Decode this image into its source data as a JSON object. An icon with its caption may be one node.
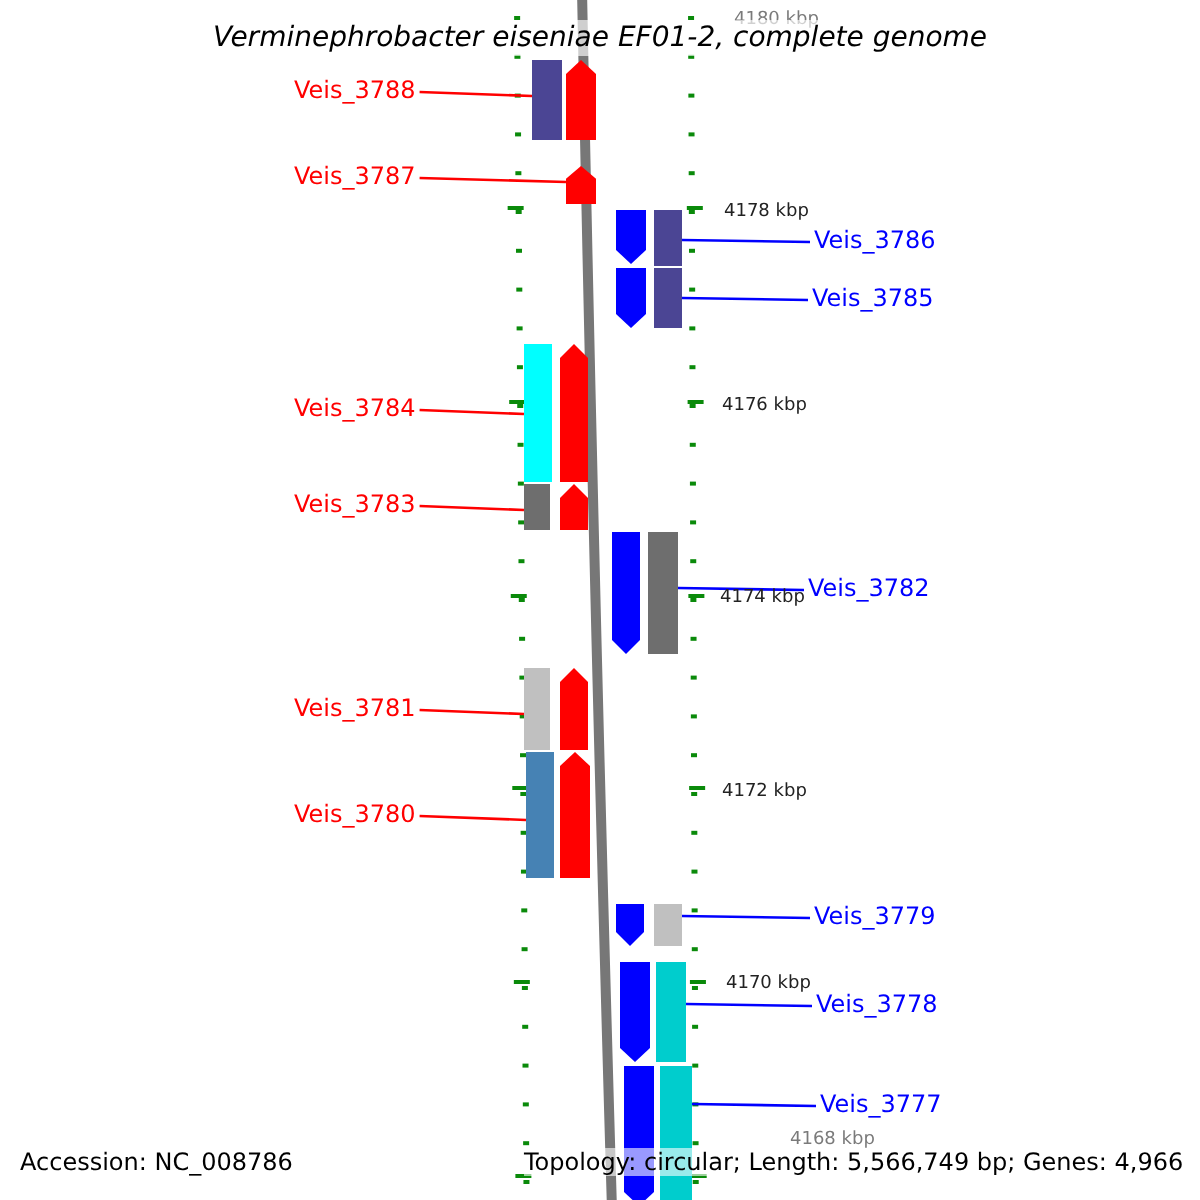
{
  "diagram": {
    "title": "Verminephrobacter eiseniae EF01-2, complete genome",
    "nodes": [
      {
        "text": [
          "Veis_3788"
        ]
      },
      {
        "text": [],
        "shape": "bar"
      },
      {
        "text": [
          "Veis_3787"
        ]
      },
      {
        "text": [],
        "shape": "bar"
      },
      {
        "text": [
          "Veis_3786"
        ]
      },
      {
        "text": [],
        "shape": "bar"
      },
      {
        "text": [
          "Veis_3785"
        ]
      },
      {
        "text": [],
        "shape": "bar"
      },
      {
        "text": [
          "Veis_3784"
        ]
      },
      {
        "text": [],
        "shape": "bar"
      },
      {
        "text": [
          "Veis_3783"
        ]
      },
      {
        "text": [],
        "shape": "bar"
      },
      {
        "text": [
          "Veis_3782"
        ]
      },
      {
        "text": [],
        "shape": "bar"
      },
      {
        "text": [
          "Veis_3781"
        ]
      },
      {
        "text": [],
        "shape": "bar"
      },
      {
        "text": [
          "Veis_3780"
        ]
      },
      {
        "text": [],
        "shape": "bar"
      },
      {
        "text": [
          "Veis_3779"
        ]
      },
      {
        "text": [],
        "shape": "bar"
      },
      {
        "text": [
          "Veis_3778"
        ]
      },
      {
        "text": [],
        "shape": "bar"
      },
      {
        "text": [
          "Veis_3777"
        ]
      },
      {
        "text": [],
        "shape": "bar"
      }
    ],
    "edges": [
      {
        "from": 0,
        "to": 1,
        "arrow": "none",
        "color": "#ff0000"
      },
      {
        "from": 2,
        "to": 3,
        "arrow": "none",
        "color": "#ff0000"
      },
      {
        "from": 4,
        "to": 5,
        "arrow": "none",
        "color": "#0000ff"
      },
      {
        "from": 6,
        "to": 7,
        "arrow": "none",
        "color": "#0000ff"
      },
      {
        "from": 8,
        "to": 9,
        "arrow": "none",
        "color": "#ff0000"
      },
      {
        "from": 10,
        "to": 11,
        "arrow": "none",
        "color": "#ff0000"
      },
      {
        "from": 12,
        "to": 13,
        "arrow": "none",
        "color": "#0000ff"
      },
      {
        "from": 14,
        "to": 15,
        "arrow": "none",
        "color": "#ff0000"
      },
      {
        "from": 16,
        "to": 17,
        "arrow": "none",
        "color": "#ff0000"
      },
      {
        "from": 18,
        "to": 19,
        "arrow": "none",
        "color": "#0000ff"
      },
      {
        "from": 20,
        "to": 21,
        "arrow": "none",
        "color": "#0000ff"
      },
      {
        "from": 22,
        "to": 23,
        "arrow": "none",
        "color": "#0000ff"
      }
    ],
    "labels": [
      "4180 kbp",
      "4178 kbp",
      "4176 kbp",
      "4174 kbp",
      "4172 kbp",
      "4170 kbp",
      "4168 kbp",
      "Accession: NC_008786",
      "Topology: circular; Length: 5,566,749 bp; Genes: 4,966"
    ]
  }
}
